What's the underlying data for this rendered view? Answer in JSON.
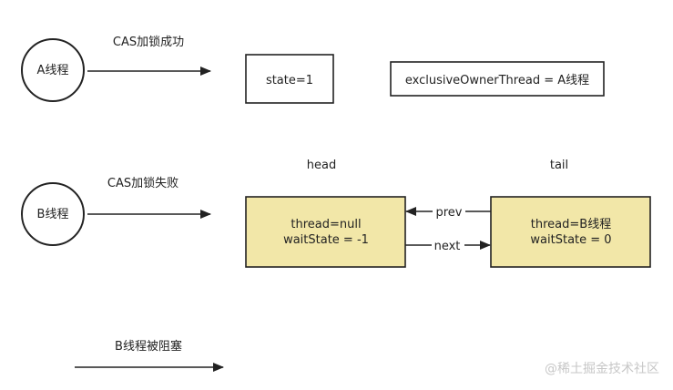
{
  "thread_a": {
    "circle_label": "A线程",
    "arrow_label": "CAS加锁成功",
    "state_text": "state=1",
    "owner_text": "exclusiveOwnerThread = A线程"
  },
  "thread_b": {
    "circle_label": "B线程",
    "arrow_label": "CAS加锁失败",
    "blocked_label": "B线程被阻塞"
  },
  "queue": {
    "head_label": "head",
    "tail_label": "tail",
    "head_node": {
      "line1": "thread=null",
      "line2": "waitState = -1"
    },
    "tail_node": {
      "line1": "thread=B线程",
      "line2": "waitState = 0"
    },
    "prev_label": "prev",
    "next_label": "next"
  },
  "colors": {
    "node_fill": "#f2e7a8",
    "stroke": "#222222",
    "watermark": "#c7c7c7"
  },
  "watermark": "@稀土掘金技术社区"
}
